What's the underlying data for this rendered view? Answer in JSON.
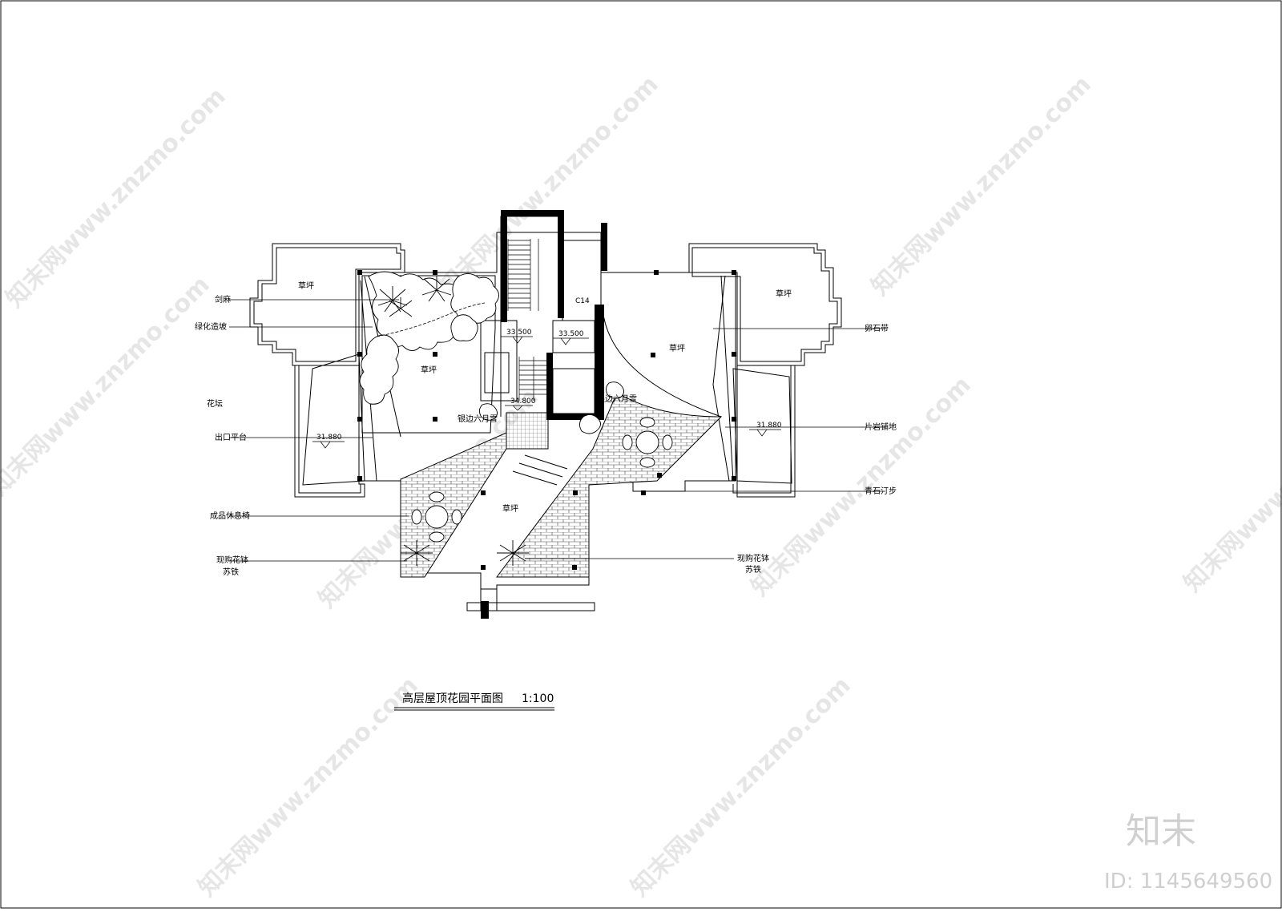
{
  "drawing": {
    "title": "高层屋顶花园平面图",
    "scale": "1:100",
    "watermark_text": "知末网www.znzmo.com",
    "logo_text": "知末",
    "id_text": "ID: 1145649560"
  },
  "callouts_left": [
    {
      "id": "jianma",
      "text": "剑麻"
    },
    {
      "id": "lvhua",
      "text": "绿化造坡"
    },
    {
      "id": "huatan",
      "text": "花坛"
    },
    {
      "id": "chukou",
      "text": "出口平台"
    },
    {
      "id": "xiuxiyi",
      "text": "成品休息椅"
    },
    {
      "id": "huabo-l1",
      "text": "现购花钵"
    },
    {
      "id": "sutie-l",
      "text": "苏铁"
    }
  ],
  "callouts_right": [
    {
      "id": "luanshi",
      "text": "卵石带"
    },
    {
      "id": "pianyan",
      "text": "片岩铺地"
    },
    {
      "id": "qingshi",
      "text": "青石汀步"
    }
  ],
  "callouts_center": [
    {
      "id": "huabo-r1",
      "text": "现购花钵"
    },
    {
      "id": "sutie-r",
      "text": "苏铁"
    }
  ],
  "area_labels": [
    {
      "id": "caoping-tl",
      "text": "草坪"
    },
    {
      "id": "caoping-tr",
      "text": "草坪"
    },
    {
      "id": "caoping-cl",
      "text": "草坪"
    },
    {
      "id": "caoping-cr",
      "text": "草坪"
    },
    {
      "id": "caoping-bc",
      "text": "草坪"
    },
    {
      "id": "yinbian-l",
      "text": "银边六月雪"
    },
    {
      "id": "yinbian-r",
      "text": "银边六月雪"
    },
    {
      "id": "c14",
      "text": "C14"
    }
  ],
  "elevations": [
    {
      "id": "el-1",
      "text": "33.500"
    },
    {
      "id": "el-2",
      "text": "33.500"
    },
    {
      "id": "el-3",
      "text": "34.800"
    },
    {
      "id": "el-4",
      "text": "31.880"
    },
    {
      "id": "el-5",
      "text": "31.880"
    }
  ]
}
